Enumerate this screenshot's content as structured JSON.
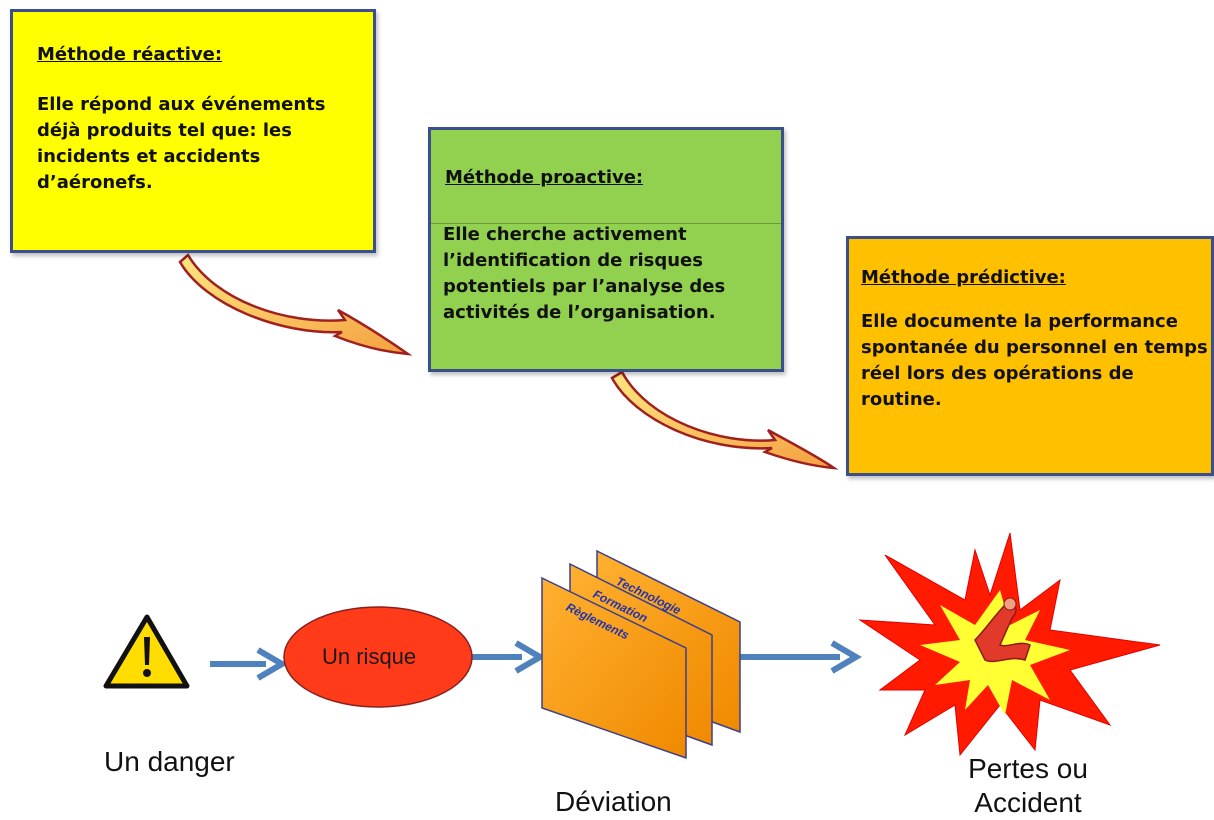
{
  "methods": {
    "reactive": {
      "title": "Méthode réactive:",
      "body": "Elle répond aux événements déjà produits tel que: les incidents et accidents d’aéronefs.",
      "color": "#ffff00"
    },
    "proactive": {
      "title": "Méthode  proactive:",
      "body": "Elle cherche activement l’identification de risques potentiels par l’analyse des activités de l’organisation.",
      "color": "#92d050"
    },
    "predictive": {
      "title": "Méthode  prédictive:",
      "body": "Elle documente la performance spontanée du personnel en temps réel lors des opérations de routine.",
      "color": "#ffc000"
    }
  },
  "flow": {
    "danger_label": "Un danger",
    "risk_label": "Un risque",
    "barriers": [
      "Technologie",
      "Formation",
      "Règlements"
    ],
    "deviation_label": "Déviation",
    "loss_label_line1": "Pertes ou",
    "loss_label_line2": "Accident"
  },
  "icons": {
    "warning": "warning-triangle-icon",
    "explosion": "explosion-icon"
  }
}
